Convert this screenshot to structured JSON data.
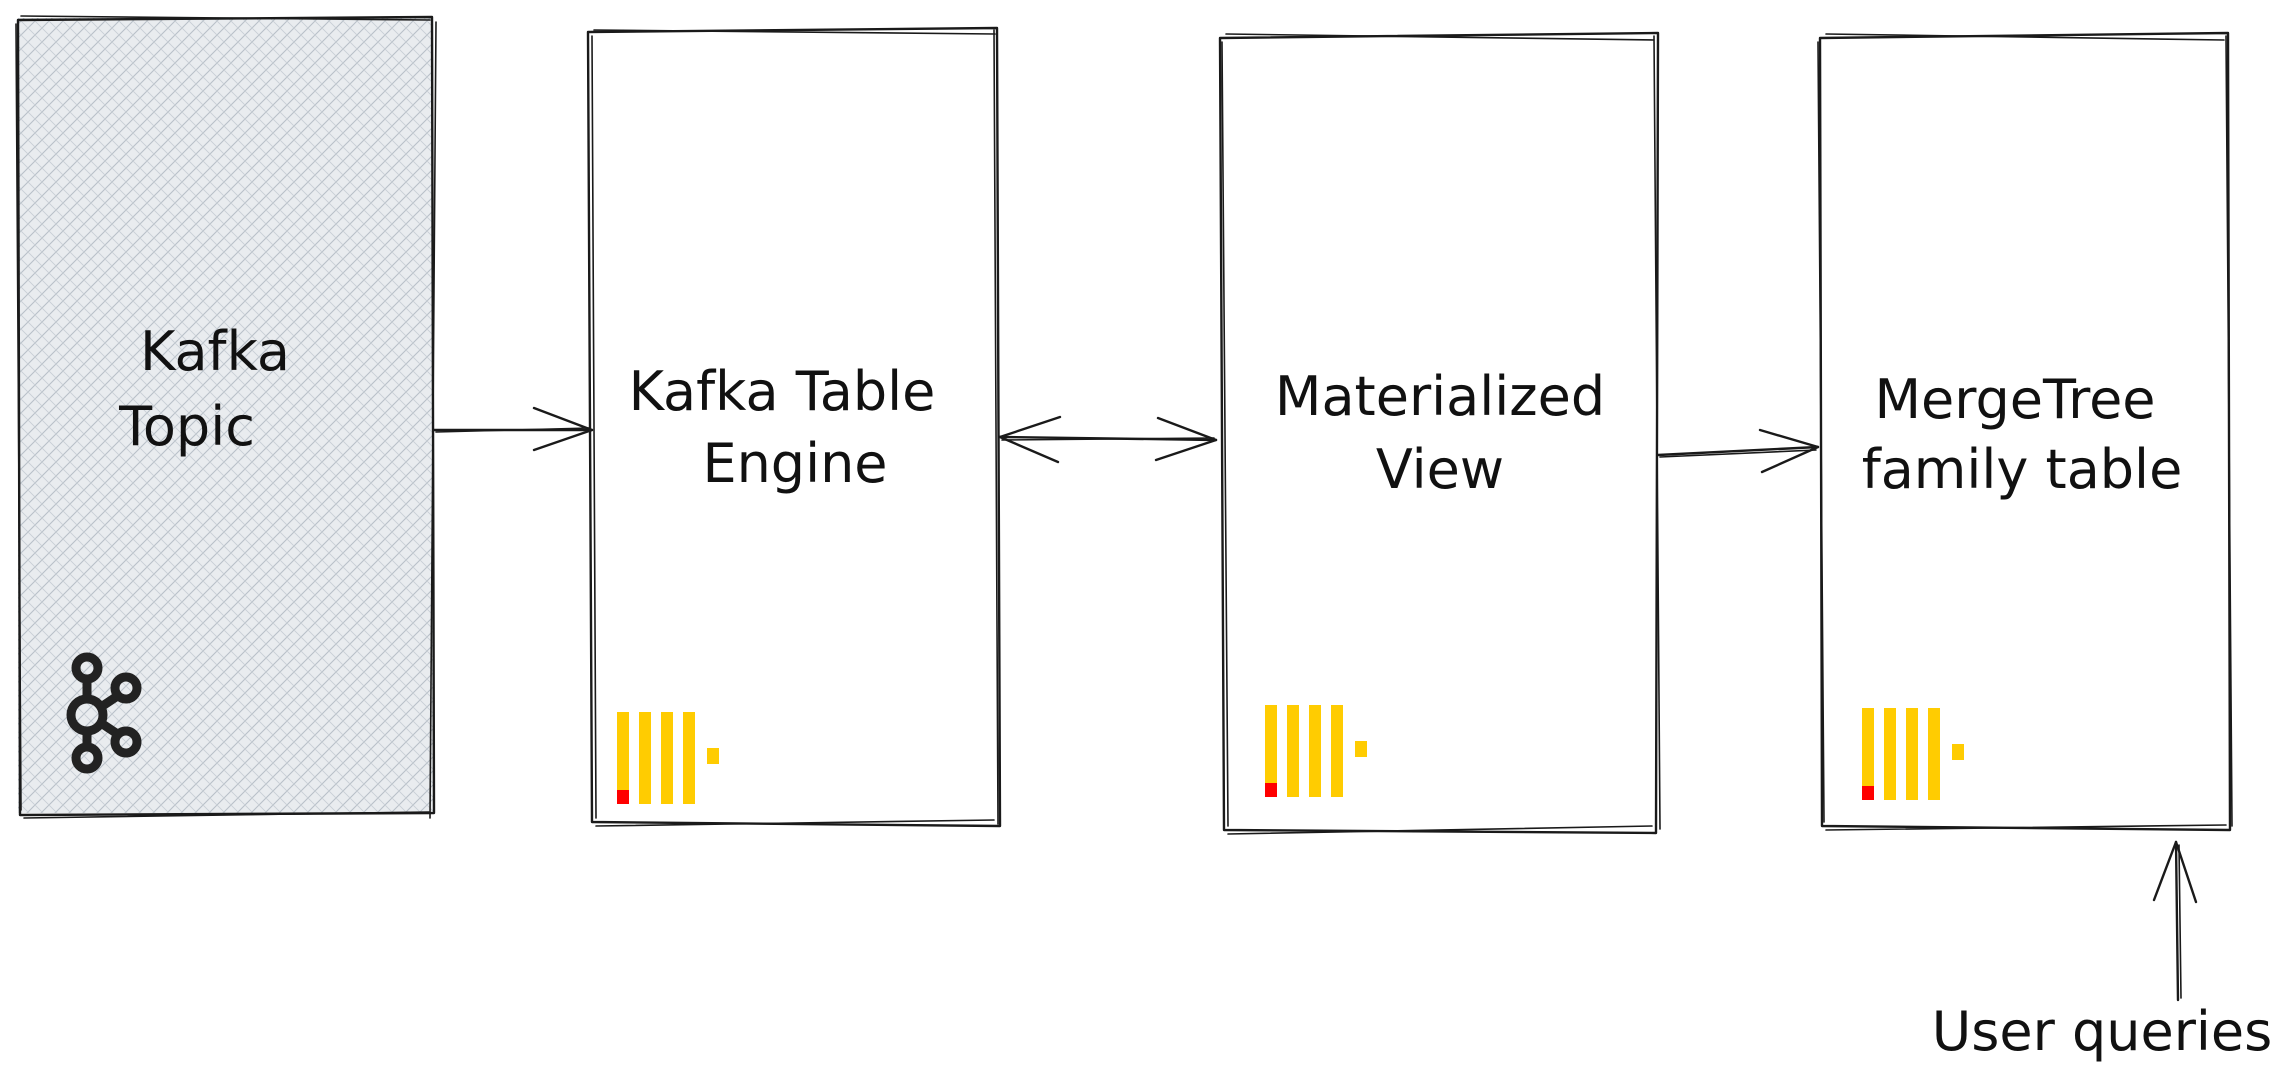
{
  "nodes": [
    {
      "id": "kafka_topic",
      "label_lines": [
        "Kafka",
        "Topic"
      ],
      "icon": "kafka-icon",
      "fill": "#ced4da"
    },
    {
      "id": "kafka_table_engine",
      "label_lines": [
        "Kafka Table",
        "Engine"
      ],
      "icon": "clickhouse-icon"
    },
    {
      "id": "materialized_view",
      "label_lines": [
        "Materialized",
        "View"
      ],
      "icon": "clickhouse-icon"
    },
    {
      "id": "mergetree_table",
      "label_lines": [
        "MergeTree",
        "family table"
      ],
      "icon": "clickhouse-icon"
    }
  ],
  "edges": [
    {
      "from": "kafka_topic",
      "to": "kafka_table_engine",
      "direction": "forward"
    },
    {
      "from": "kafka_table_engine",
      "to": "materialized_view",
      "direction": "both"
    },
    {
      "from": "materialized_view",
      "to": "mergetree_table",
      "direction": "forward"
    },
    {
      "from": "user_queries",
      "to": "mergetree_table",
      "direction": "forward"
    }
  ],
  "user_queries": {
    "label": "User queries"
  },
  "colors": {
    "clickhouse_yellow": "#FFCC01",
    "clickhouse_red": "#FF0000",
    "hatch": "#b8c0c8",
    "stroke": "#1a1a1a"
  }
}
